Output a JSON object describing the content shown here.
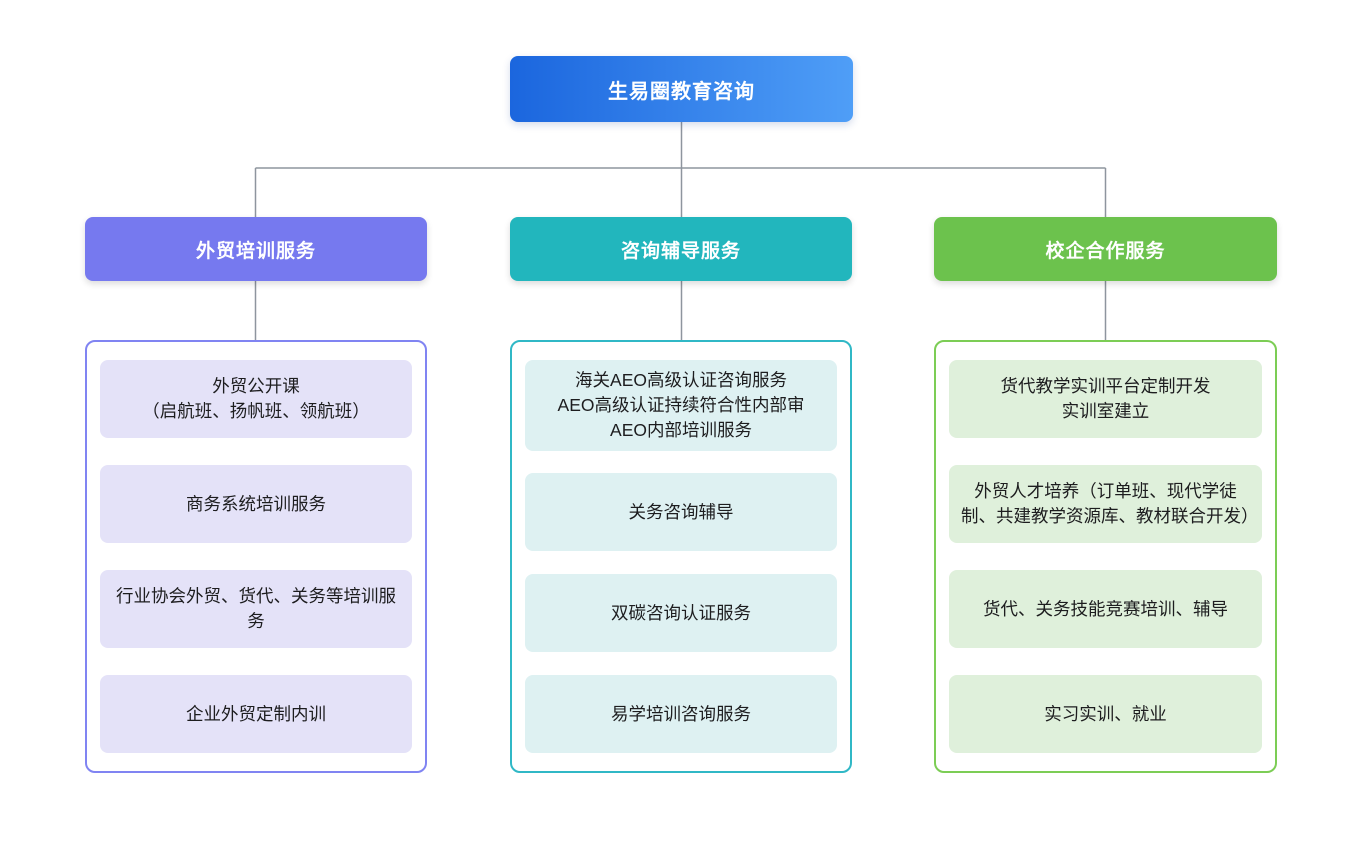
{
  "diagram": {
    "root": {
      "label": "生易圈教育咨询"
    },
    "branches": [
      {
        "title": "外贸培训服务",
        "colors": {
          "header_bg": "#7679ef",
          "border": "#8084f2",
          "item_bg": "#e4e2f8"
        },
        "items": [
          "外贸公开课\n（启航班、扬帆班、领航班）",
          "商务系统培训服务",
          "行业协会外贸、货代、关务等培训服务",
          "企业外贸定制内训"
        ]
      },
      {
        "title": "咨询辅导服务",
        "colors": {
          "header_bg": "#22b6bd",
          "border": "#30b8c6",
          "item_bg": "#def1f2"
        },
        "items": [
          "海关AEO高级认证咨询服务\nAEO高级认证持续符合性内部审\nAEO内部培训服务",
          "关务咨询辅导",
          "双碳咨询认证服务",
          "易学培训咨询服务"
        ]
      },
      {
        "title": "校企合作服务",
        "colors": {
          "header_bg": "#6cc24d",
          "border": "#7ccd55",
          "item_bg": "#dff0db"
        },
        "items": [
          "货代教学实训平台定制开发\n实训室建立",
          "外贸人才培养（订单班、现代学徒制、共建教学资源库、教材联合开发）",
          "货代、关务技能竞赛培训、辅导",
          "实习实训、就业"
        ]
      }
    ]
  },
  "colors": {
    "root_gradient_start": "#1b66de",
    "root_gradient_end": "#4f9ef7",
    "connector_line": "#8e959e",
    "text": "#1d1d1f",
    "background": "#ffffff"
  }
}
